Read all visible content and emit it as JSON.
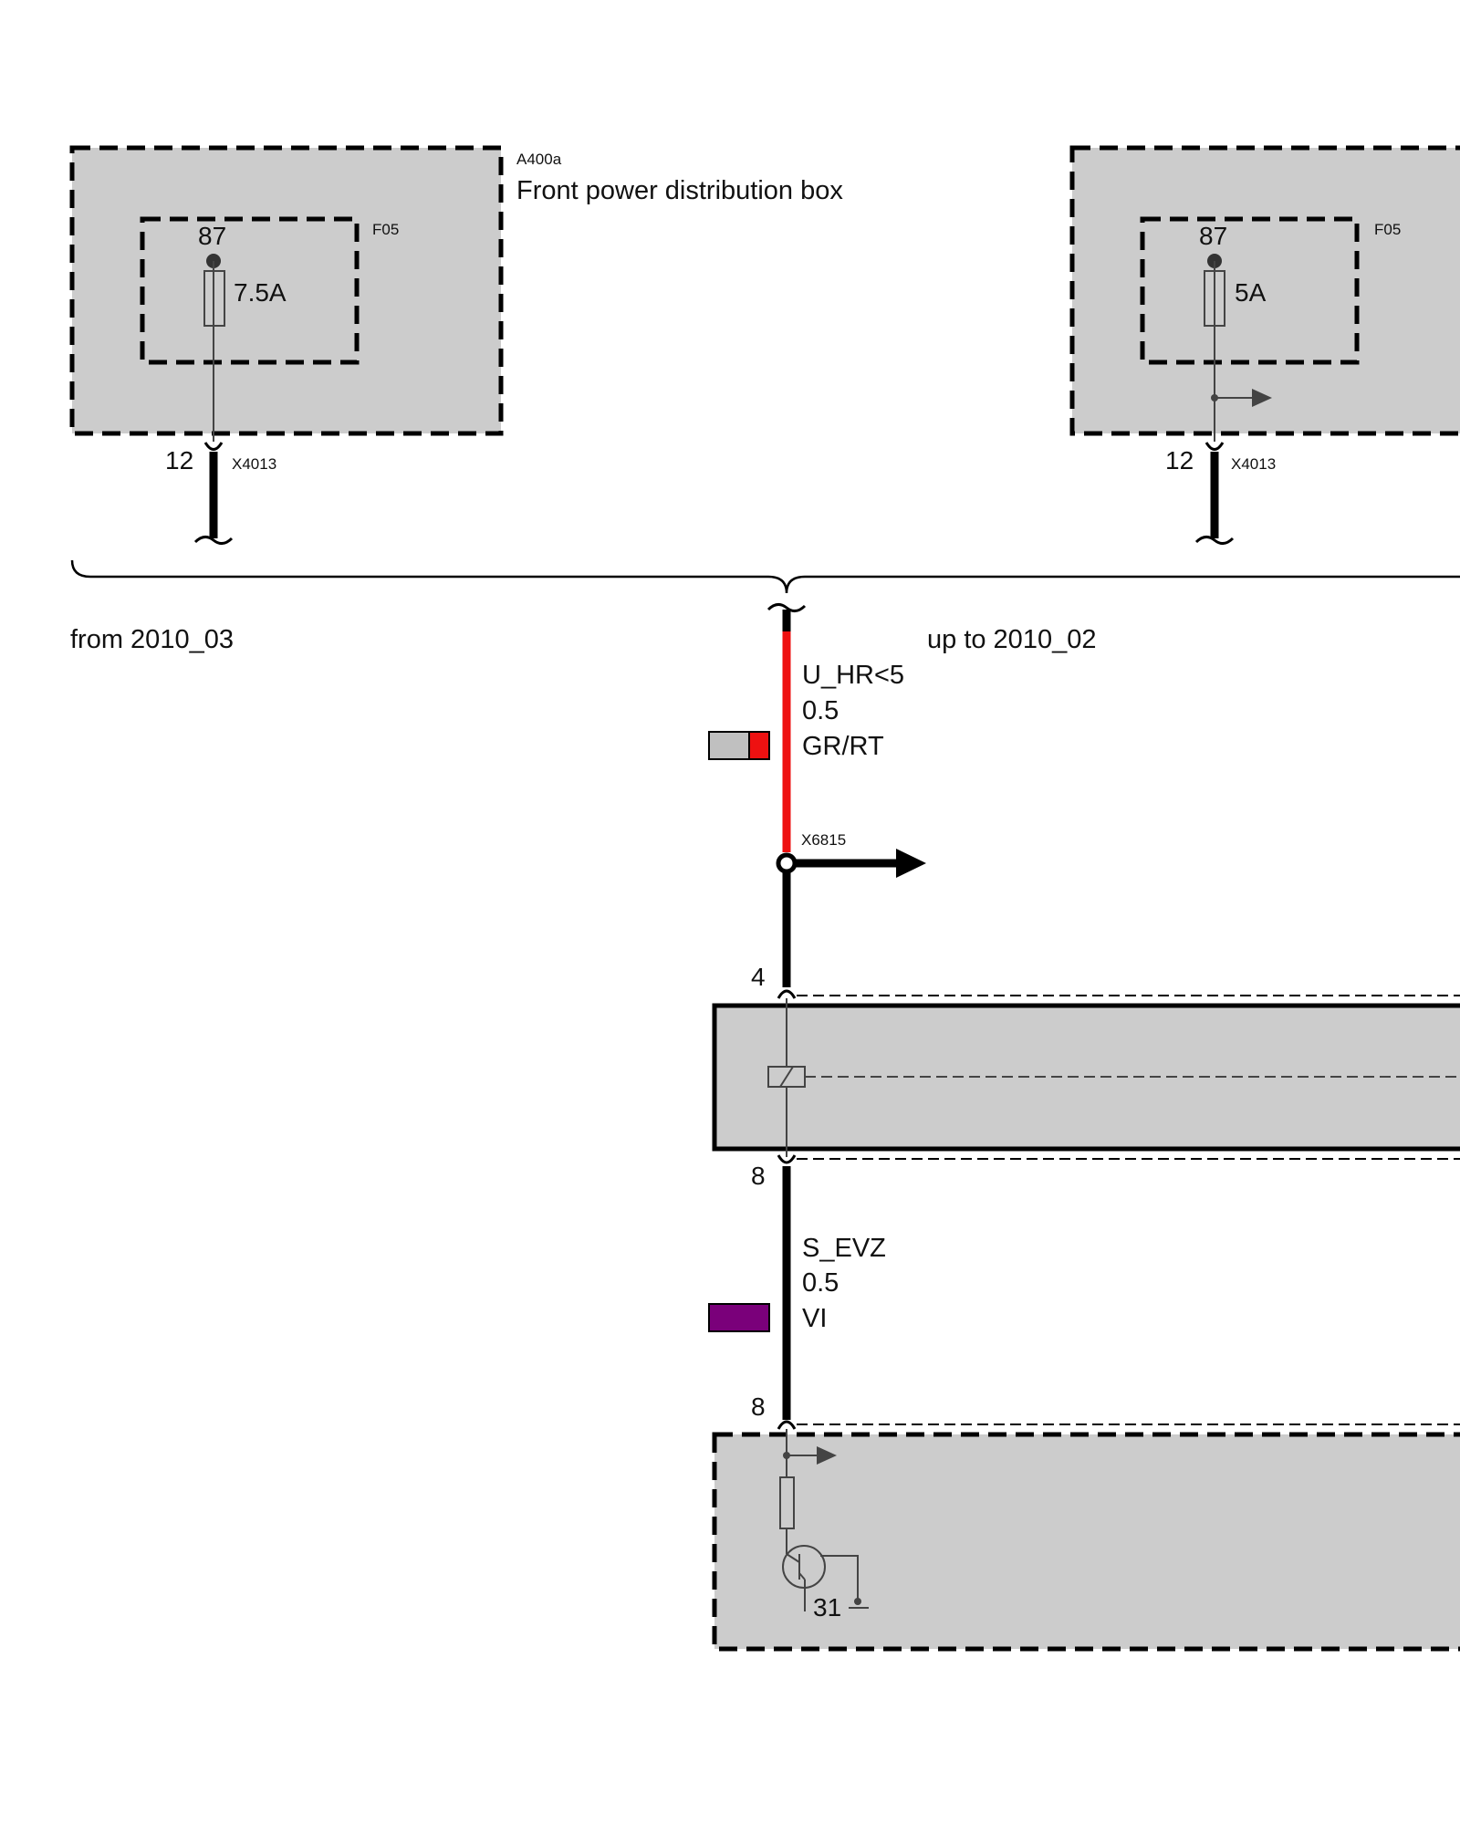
{
  "components": {
    "left_box": {
      "id": "A400a",
      "name": "Front power distribution box",
      "fuse_id": "F05",
      "fuse_pin": "87",
      "fuse_rating": "7.5A",
      "connector_pin": "12",
      "connector": "X4013"
    },
    "right_box": {
      "fuse_id": "F05",
      "fuse_pin": "87",
      "fuse_rating": "5A",
      "connector_pin": "12",
      "connector": "X4013"
    },
    "relay_box": {
      "pin_top": "4",
      "pin_bottom": "8"
    },
    "bottom_box": {
      "pin_top": "8",
      "ground": "31"
    }
  },
  "variants": {
    "left": "from 2010_03",
    "right": "up to 2010_02"
  },
  "wires": {
    "upper": {
      "signal": "U_HR<5",
      "gauge": "0.5",
      "color_code": "GR/RT",
      "swatch_main": "#c0c0c0",
      "swatch_stripe": "#ee1111",
      "line_color": "#ee1111"
    },
    "splice": "X6815",
    "lower": {
      "signal": "S_EVZ",
      "gauge": "0.5",
      "color_code": "VI",
      "swatch_main": "#7a007a"
    }
  },
  "colors": {
    "box_fill": "#cccccc",
    "line": "#000000",
    "thin_line": "#444444"
  }
}
